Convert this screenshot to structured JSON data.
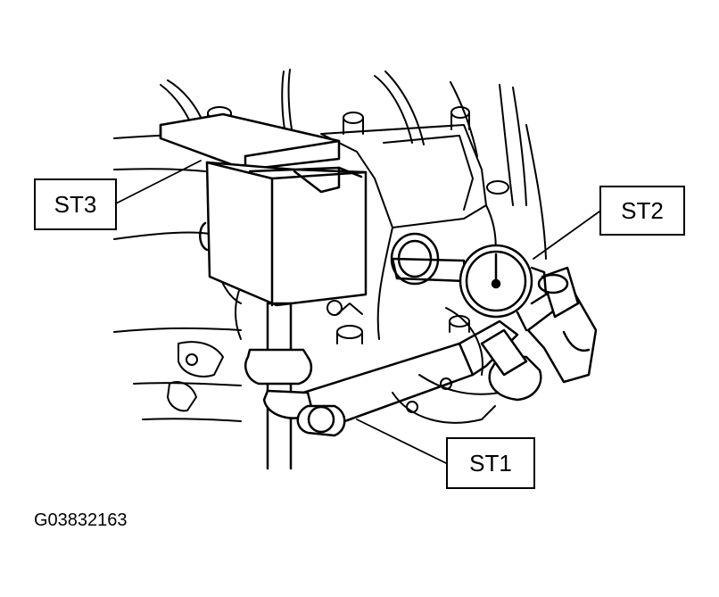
{
  "labels": {
    "st3": "ST3",
    "st2": "ST2",
    "st1": "ST1"
  },
  "figure_id": "G03832163",
  "colors": {
    "ink": "#000000",
    "paper": "#ffffff"
  }
}
